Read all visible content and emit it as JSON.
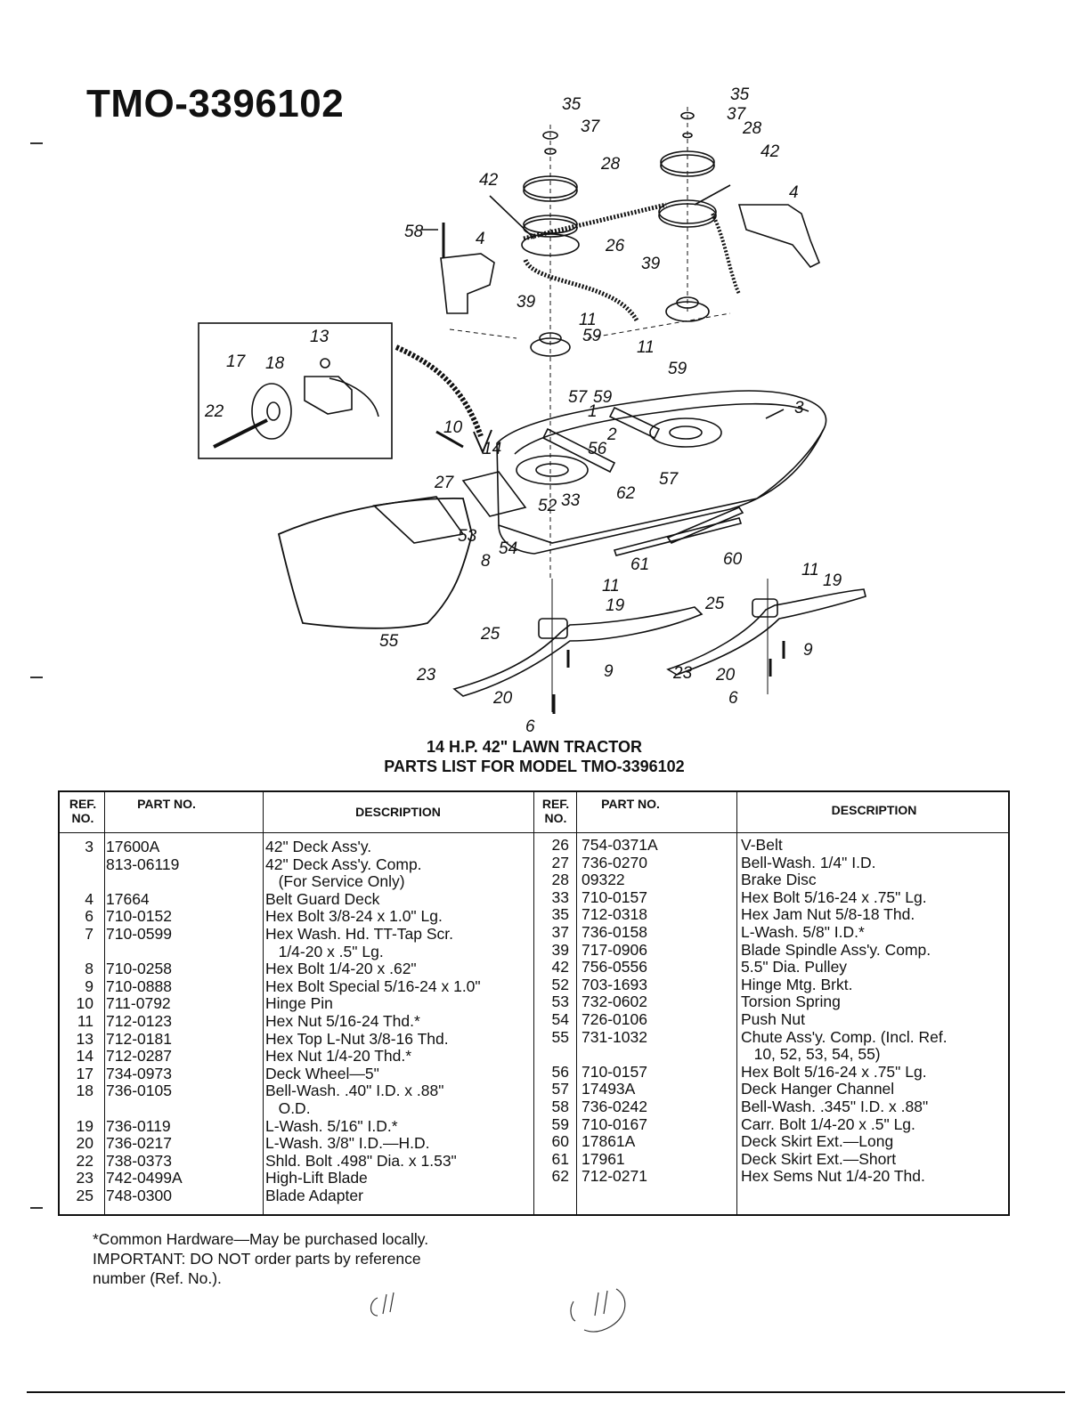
{
  "model_title": "TMO-3396102",
  "diagram_labels": [
    "35",
    "37",
    "28",
    "42",
    "35",
    "37",
    "28",
    "42",
    "4",
    "58",
    "4",
    "26",
    "39",
    "39",
    "11",
    "59",
    "11",
    "59",
    "57",
    "59",
    "1",
    "2",
    "56",
    "57",
    "3",
    "13",
    "17",
    "18",
    "22",
    "10",
    "14",
    "27",
    "52",
    "33",
    "62",
    "53",
    "8",
    "54",
    "61",
    "60",
    "55",
    "11",
    "19",
    "25",
    "23",
    "9",
    "20",
    "6",
    "11",
    "19",
    "25",
    "23",
    "9",
    "20",
    "6"
  ],
  "subtitle_1": "14 H.P. 42\" LAWN TRACTOR",
  "subtitle_2": "PARTS LIST FOR MODEL TMO-3396102",
  "table": {
    "headers": {
      "ref_no": "REF. NO.",
      "part_no": "PART NO.",
      "description": "DESCRIPTION"
    },
    "left_rows": [
      {
        "ref": "3",
        "part": "17600A",
        "desc": "42\" Deck Ass'y."
      },
      {
        "ref": "",
        "part": "813-06119",
        "desc": "42\" Deck Ass'y. Comp."
      },
      {
        "ref": "",
        "part": "",
        "desc": "   (For Service Only)"
      },
      {
        "ref": "4",
        "part": "17664",
        "desc": "Belt Guard Deck"
      },
      {
        "ref": "6",
        "part": "710-0152",
        "desc": "Hex Bolt 3/8-24 x 1.0\" Lg."
      },
      {
        "ref": "7",
        "part": "710-0599",
        "desc": "Hex Wash. Hd. TT-Tap Scr."
      },
      {
        "ref": "",
        "part": "",
        "desc": "   1/4-20 x .5\" Lg."
      },
      {
        "ref": "8",
        "part": "710-0258",
        "desc": "Hex Bolt 1/4-20 x .62\""
      },
      {
        "ref": "9",
        "part": "710-0888",
        "desc": "Hex Bolt Special 5/16-24 x 1.0\""
      },
      {
        "ref": "10",
        "part": "711-0792",
        "desc": "Hinge Pin"
      },
      {
        "ref": "11",
        "part": "712-0123",
        "desc": "Hex Nut 5/16-24 Thd.*"
      },
      {
        "ref": "13",
        "part": "712-0181",
        "desc": "Hex Top L-Nut 3/8-16 Thd."
      },
      {
        "ref": "14",
        "part": "712-0287",
        "desc": "Hex Nut 1/4-20 Thd.*"
      },
      {
        "ref": "17",
        "part": "734-0973",
        "desc": "Deck Wheel—5\""
      },
      {
        "ref": "18",
        "part": "736-0105",
        "desc": "Bell-Wash. .40\" I.D. x .88\""
      },
      {
        "ref": "",
        "part": "",
        "desc": "   O.D."
      },
      {
        "ref": "19",
        "part": "736-0119",
        "desc": "L-Wash. 5/16\" I.D.*"
      },
      {
        "ref": "20",
        "part": "736-0217",
        "desc": "L-Wash. 3/8\" I.D.—H.D."
      },
      {
        "ref": "22",
        "part": "738-0373",
        "desc": "Shld. Bolt .498\" Dia. x 1.53\""
      },
      {
        "ref": "23",
        "part": "742-0499A",
        "desc": "High-Lift Blade"
      },
      {
        "ref": "25",
        "part": "748-0300",
        "desc": "Blade Adapter"
      }
    ],
    "right_rows": [
      {
        "ref": "26",
        "part": "754-0371A",
        "desc": "V-Belt"
      },
      {
        "ref": "27",
        "part": "736-0270",
        "desc": "Bell-Wash. 1/4\" I.D."
      },
      {
        "ref": "28",
        "part": "09322",
        "desc": "Brake Disc"
      },
      {
        "ref": "33",
        "part": "710-0157",
        "desc": "Hex Bolt 5/16-24 x .75\" Lg."
      },
      {
        "ref": "35",
        "part": "712-0318",
        "desc": "Hex Jam Nut 5/8-18 Thd."
      },
      {
        "ref": "37",
        "part": "736-0158",
        "desc": "L-Wash. 5/8\" I.D.*"
      },
      {
        "ref": "39",
        "part": "717-0906",
        "desc": "Blade Spindle Ass'y. Comp."
      },
      {
        "ref": "42",
        "part": "756-0556",
        "desc": "5.5\" Dia. Pulley"
      },
      {
        "ref": "52",
        "part": "703-1693",
        "desc": "Hinge Mtg. Brkt."
      },
      {
        "ref": "53",
        "part": "732-0602",
        "desc": "Torsion Spring"
      },
      {
        "ref": "54",
        "part": "726-0106",
        "desc": "Push Nut"
      },
      {
        "ref": "55",
        "part": "731-1032",
        "desc": "Chute Ass'y. Comp. (Incl. Ref."
      },
      {
        "ref": "",
        "part": "",
        "desc": "   10, 52, 53, 54, 55)"
      },
      {
        "ref": "56",
        "part": "710-0157",
        "desc": "Hex Bolt 5/16-24 x .75\" Lg."
      },
      {
        "ref": "57",
        "part": "17493A",
        "desc": "Deck Hanger Channel"
      },
      {
        "ref": "58",
        "part": "736-0242",
        "desc": "Bell-Wash. .345\" I.D. x .88\""
      },
      {
        "ref": "59",
        "part": "710-0167",
        "desc": "Carr. Bolt 1/4-20 x .5\" Lg."
      },
      {
        "ref": "60",
        "part": "17861A",
        "desc": "Deck Skirt Ext.—Long"
      },
      {
        "ref": "61",
        "part": "17961",
        "desc": "Deck Skirt Ext.—Short"
      },
      {
        "ref": "62",
        "part": "712-0271",
        "desc": "Hex Sems Nut 1/4-20 Thd."
      }
    ]
  },
  "footnote": {
    "line1": "*Common Hardware—May be purchased locally.",
    "line2": "IMPORTANT: DO NOT order parts by reference",
    "line3": "number (Ref. No.)."
  }
}
